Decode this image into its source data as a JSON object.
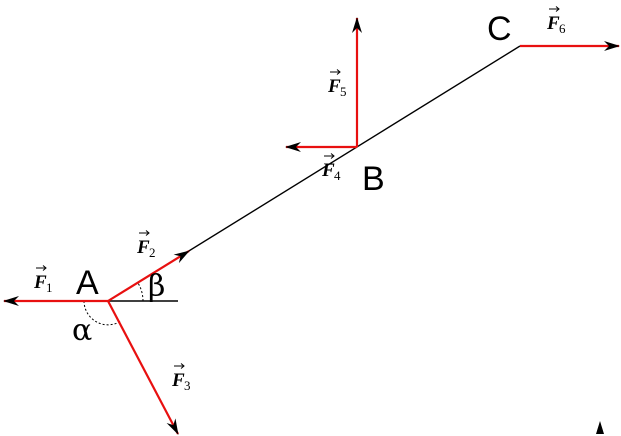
{
  "points": {
    "a": "A",
    "b": "B",
    "c": "C"
  },
  "angles": {
    "alpha": "α",
    "beta": "β"
  },
  "forces": {
    "f1": {
      "symbol": "F",
      "sub": "1"
    },
    "f2": {
      "symbol": "F",
      "sub": "2"
    },
    "f3": {
      "symbol": "F",
      "sub": "3"
    },
    "f4": {
      "symbol": "F",
      "sub": "4"
    },
    "f5": {
      "symbol": "F",
      "sub": "5"
    },
    "f6": {
      "symbol": "F",
      "sub": "6"
    }
  },
  "colors": {
    "force": "#e81010",
    "line": "#000000"
  }
}
